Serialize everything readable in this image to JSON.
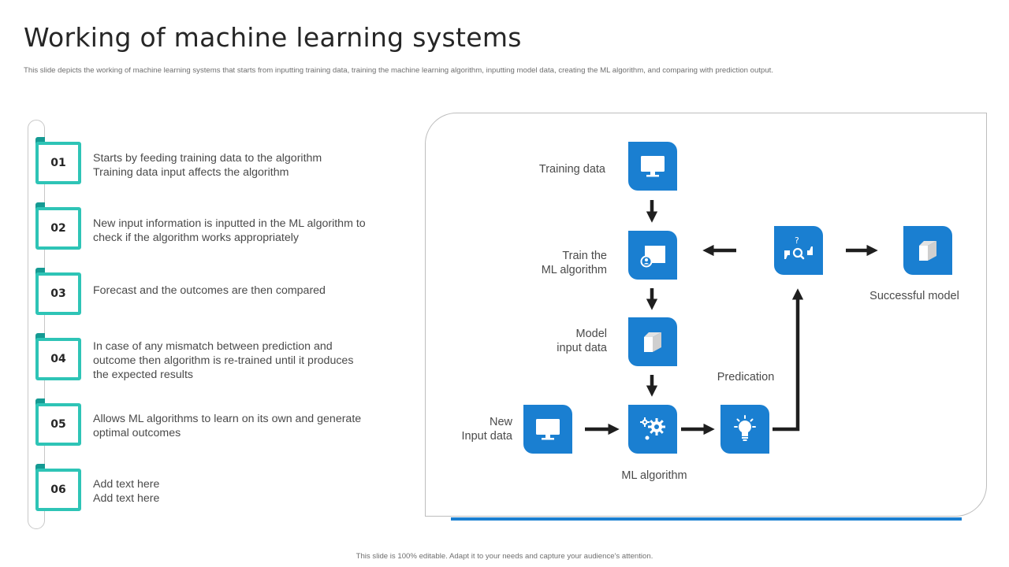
{
  "header": {
    "title": "Working of machine learning systems",
    "subtitle": "This slide depicts the working of machine learning systems that starts from inputting training data, training the machine learning algorithm, inputting model data, creating the ML algorithm, and comparing with prediction output."
  },
  "steps": [
    {
      "number": "01",
      "lines": [
        "Starts by feeding training data to the algorithm",
        "Training data input affects the algorithm"
      ]
    },
    {
      "number": "02",
      "lines": [
        "New input information is inputted in the ML algorithm to",
        "check if the algorithm works appropriately"
      ]
    },
    {
      "number": "03",
      "lines": [
        "Forecast and the outcomes are then compared"
      ]
    },
    {
      "number": "04",
      "lines": [
        "In case of any mismatch between prediction and",
        "outcome then algorithm is re-trained until it produces",
        "the expected results"
      ]
    },
    {
      "number": "05",
      "lines": [
        "Allows ML algorithms to learn on its own and generate",
        "optimal outcomes"
      ]
    },
    {
      "number": "06",
      "lines": [
        "Add text here",
        "Add text here"
      ]
    }
  ],
  "diagram": {
    "training_data": {
      "label": "Training data",
      "icon": "monitor-icon"
    },
    "train_algorithm": {
      "label_lines": [
        "Train the",
        "ML algorithm"
      ],
      "icon": "presentation-board-icon"
    },
    "model_input": {
      "label_lines": [
        "Model",
        "input data"
      ],
      "icon": "cube-icon"
    },
    "new_input": {
      "label_lines": [
        "New",
        "Input data"
      ],
      "icon": "monitor-icon"
    },
    "ml_algorithm": {
      "label": "ML algorithm",
      "icon": "gears-icon"
    },
    "prediction": {
      "label": "Predication",
      "icon": "lightbulb-icon"
    },
    "feedback": {
      "icon": "feedback-review-icon"
    },
    "successful_model": {
      "label": "Successful model",
      "icon": "cube-icon"
    }
  },
  "colors": {
    "node_blue": "#1a7fd1",
    "badge_teal": "#2ec4b6",
    "arrow": "#1f1f1f"
  },
  "footer": {
    "text": "This slide is 100% editable. Adapt it to your needs and capture your audience's attention."
  }
}
